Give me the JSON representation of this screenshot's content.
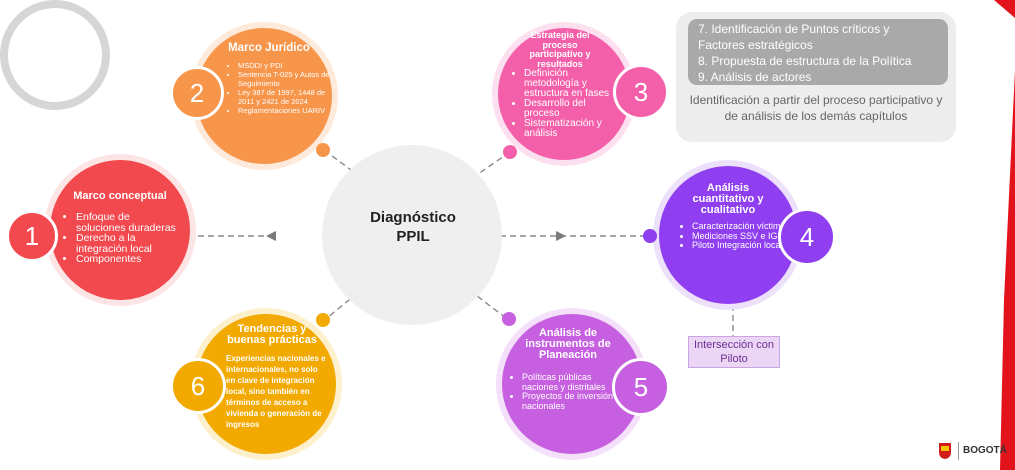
{
  "center": {
    "title": "Diagnóstico PPIL"
  },
  "node1": {
    "number": "1",
    "title": "Marco conceptual",
    "items": [
      "Enfoque de soluciones duraderas",
      "Derecho a la integración local",
      "Componentes"
    ]
  },
  "node2": {
    "number": "2",
    "title": "Marco Jurídico",
    "items": [
      "MSDDI y PDI",
      "Sentencia T-025 y Autos de Seguimiento",
      "Ley 387 de 1997, 1448 de 2011 y 2421 de 2024",
      "Reglamentaciones UARIV"
    ]
  },
  "node3": {
    "number": "3",
    "title": "Estrategia del proceso participativo y resultados",
    "items": [
      "Definición metodología y estructura en fases",
      "Desarrollo del proceso",
      "Sistematización y análisis"
    ]
  },
  "node4": {
    "number": "4",
    "title": "Análisis cuantitativo y cualitativo",
    "items": [
      "Caracterización víctimas",
      "Mediciones SSV e IGED",
      "Piloto Integración local"
    ]
  },
  "node5": {
    "number": "5",
    "title": "Análisis de instrumentos de Planeación",
    "items": [
      "Políticas públicas naciones y distritales",
      "Proyectos de inversión nacionales"
    ]
  },
  "node6": {
    "number": "6",
    "title": "Tendencias y buenas prácticas",
    "text": "Experiencias nacionales e internacionales, no solo en clave de integración local, sino también en términos de acceso a vivienda o generación de ingresos"
  },
  "side_box": {
    "items": [
      "7. Identificación de Puntos críticos y Factores estratégicos",
      "8. Propuesta de estructura de la Política",
      "9. Análisis de actores"
    ],
    "caption": "Identificación a partir del proceso participativo y de análisis de los demás capítulos"
  },
  "intersection": {
    "label": "Intersección con Piloto"
  },
  "logo": {
    "text": "BOGOTÁ"
  },
  "colors": {
    "node1": "#f2494f",
    "node2": "#f7954a",
    "node3": "#f360a9",
    "node4": "#8f3ff0",
    "node5": "#c660e0",
    "node6": "#f2a900",
    "red_band": "#e3131b"
  }
}
